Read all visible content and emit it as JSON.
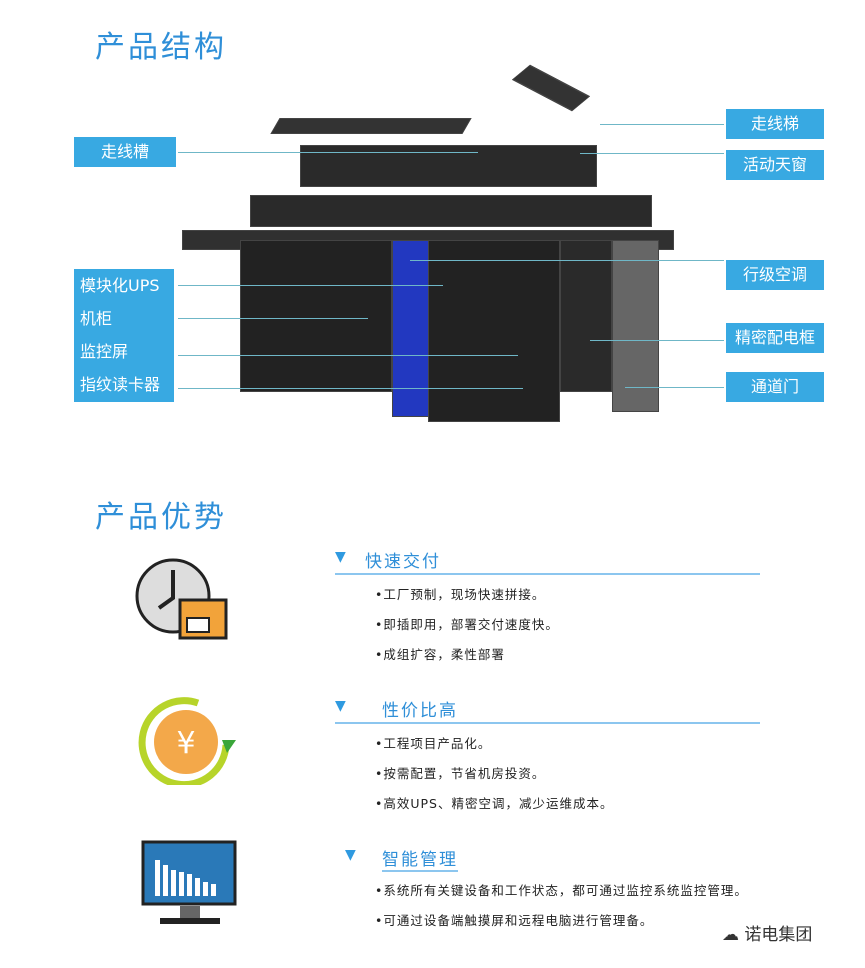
{
  "structure": {
    "title": "产品结构",
    "left_labels": [
      "走线槽",
      "模块化UPS",
      "机柜",
      "监控屏",
      "指纹读卡器"
    ],
    "right_labels": [
      "走线梯",
      "活动天窗",
      "行级空调",
      "精密配电框",
      "通道门"
    ]
  },
  "advantages": {
    "title": "产品优势",
    "sections": [
      {
        "title": "快速交付",
        "bullets": [
          "•工厂预制，现场快速拼接。",
          "•即插即用，部署交付速度快。",
          "•成组扩容，柔性部署"
        ]
      },
      {
        "title": "性价比高",
        "bullets": [
          "•工程项目产品化。",
          "•按需配置，节省机房投资。",
          "•高效UPS、精密空调，减少运维成本。"
        ]
      },
      {
        "title": "智能管理",
        "bullets": [
          "•系统所有关键设备和工作状态，都可通过监控系统监控管理。",
          "•可通过设备端触摸屏和远程电脑进行管理备。"
        ]
      }
    ],
    "coin_symbol": "¥"
  },
  "watermark": "诺电集团",
  "colors": {
    "accent": "#2f8fd8",
    "label_bg": "#38a9e2"
  }
}
